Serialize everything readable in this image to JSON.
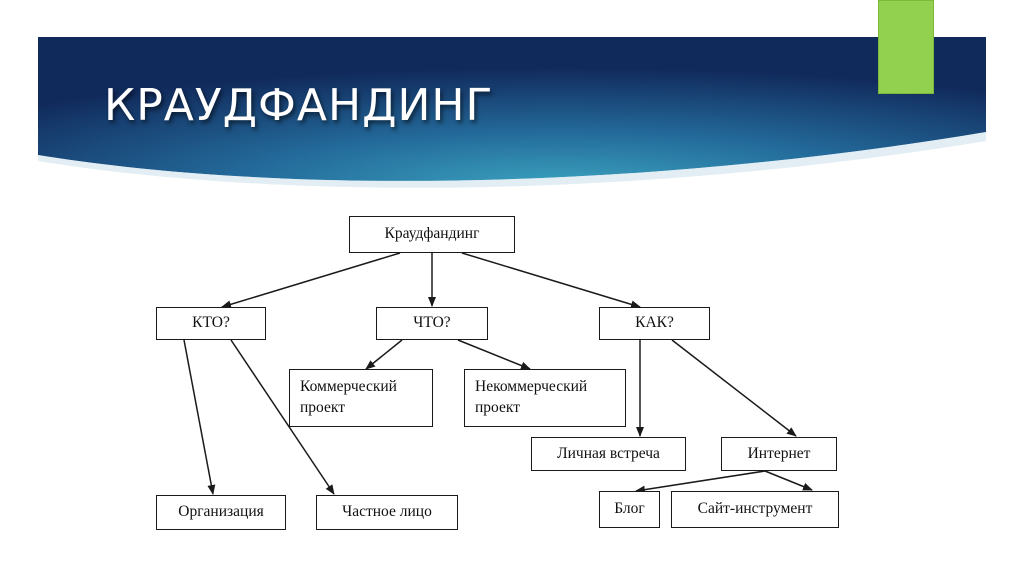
{
  "slide": {
    "title": "КРАУДФАНДИНГ",
    "colors": {
      "banner_dark": "#14305f",
      "banner_light": "#2f8fb0",
      "accent": "#92d050"
    }
  },
  "diagram": {
    "root": "Краудфандинг",
    "who": "КТО?",
    "what": "ЧТО?",
    "how": "КАК?",
    "commercial": "Коммерческий проект",
    "noncommercial": "Некоммерческий проект",
    "personal_meeting": "Личная встреча",
    "internet": "Интернет",
    "organization": "Организация",
    "private_person": "Частное лицо",
    "blog": "Блог",
    "site_tool": "Сайт-инструмент"
  }
}
